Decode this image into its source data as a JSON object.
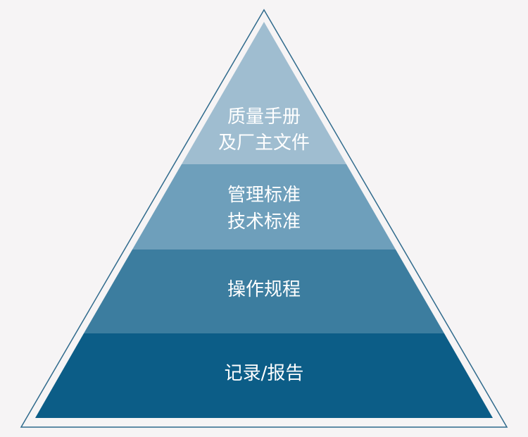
{
  "pyramid": {
    "layers": [
      {
        "lines": [
          "质量手册",
          "及厂主文件"
        ],
        "color": "#9fbdd0"
      },
      {
        "lines": [
          "管理标准",
          "技术标准"
        ],
        "color": "#6e9fbb"
      },
      {
        "lines": [
          "操作规程"
        ],
        "color": "#3c7d9f"
      },
      {
        "lines": [
          "记录/报告"
        ],
        "color": "#0c5d87"
      }
    ],
    "outline_color": "#2f6a8c",
    "background": "#f6f4f5"
  }
}
